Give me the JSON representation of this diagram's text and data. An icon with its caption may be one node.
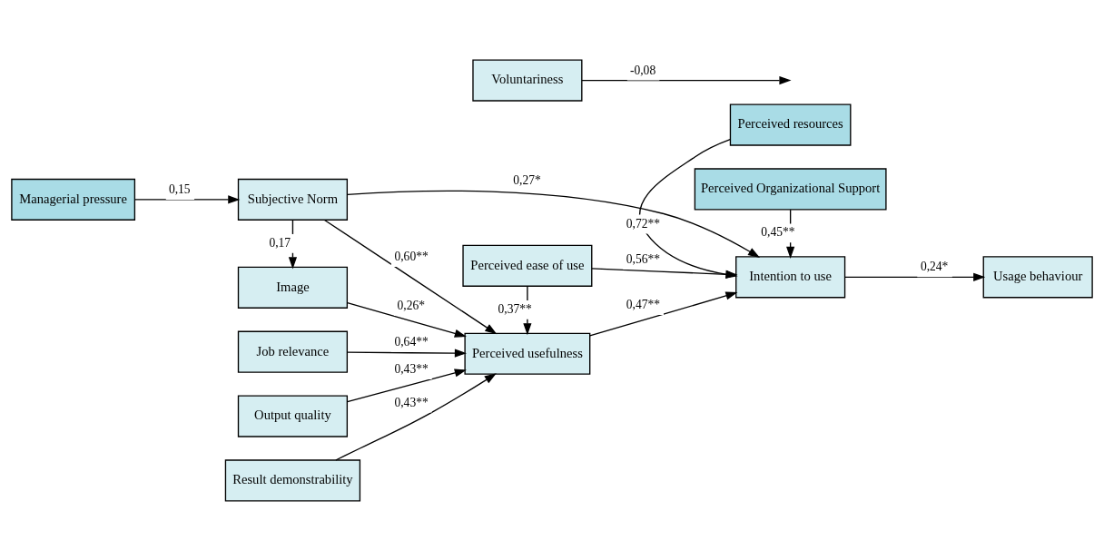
{
  "diagram": {
    "nodes": [
      {
        "text": [
          "Managerial pressure"
        ]
      },
      {
        "text": [
          "Subjective Norm"
        ]
      },
      {
        "text": [
          "Voluntariness"
        ]
      },
      {
        "text": [
          "Perceived Organizational Support"
        ]
      },
      {
        "text": [
          "Image"
        ]
      },
      {
        "text": [
          "Perceived usefulness"
        ]
      },
      {
        "text": [
          "Intention to use"
        ]
      },
      {
        "text": [
          "Usage behaviour"
        ]
      },
      {
        "text": [
          "Job relevance"
        ]
      },
      {
        "text": [
          "Perceived ease of use"
        ]
      },
      {
        "text": [
          "Perceived resources"
        ]
      },
      {
        "text": [
          "Output quality"
        ]
      },
      {
        "text": [
          "Result demonstrability"
        ]
      }
    ],
    "edges": [
      {
        "from": 0,
        "to": 1,
        "arrow": "to",
        "label": "0,15"
      },
      {
        "from": 1,
        "to": 4,
        "arrow": "to",
        "label": "0,17"
      },
      {
        "from": 1,
        "to": 6,
        "arrow": "to",
        "label": "0,27*"
      },
      {
        "from": 2,
        "to": null,
        "arrow": "to",
        "label": "-0,08"
      },
      {
        "from": 3,
        "to": 6,
        "arrow": "to",
        "label": "0,45**"
      },
      {
        "from": 1,
        "to": 5,
        "arrow": "to",
        "label": "0,60**"
      },
      {
        "from": 4,
        "to": 5,
        "arrow": "to",
        "label": "0,26*"
      },
      {
        "from": 8,
        "to": 5,
        "arrow": "to",
        "label": "0,64**"
      },
      {
        "from": 11,
        "to": 5,
        "arrow": "to",
        "label": "0,43**"
      },
      {
        "from": 12,
        "to": 5,
        "arrow": "to",
        "label": "0,43**"
      },
      {
        "from": 5,
        "to": 6,
        "arrow": "to",
        "label": "0,47**"
      },
      {
        "from": 9,
        "to": 5,
        "arrow": "to",
        "label": "0,37**"
      },
      {
        "from": 9,
        "to": 6,
        "arrow": "to",
        "label": "0,56**"
      },
      {
        "from": 10,
        "to": 6,
        "arrow": "to",
        "label": "0,72**"
      },
      {
        "from": 6,
        "to": 7,
        "arrow": "to",
        "label": "0,24*"
      }
    ]
  }
}
